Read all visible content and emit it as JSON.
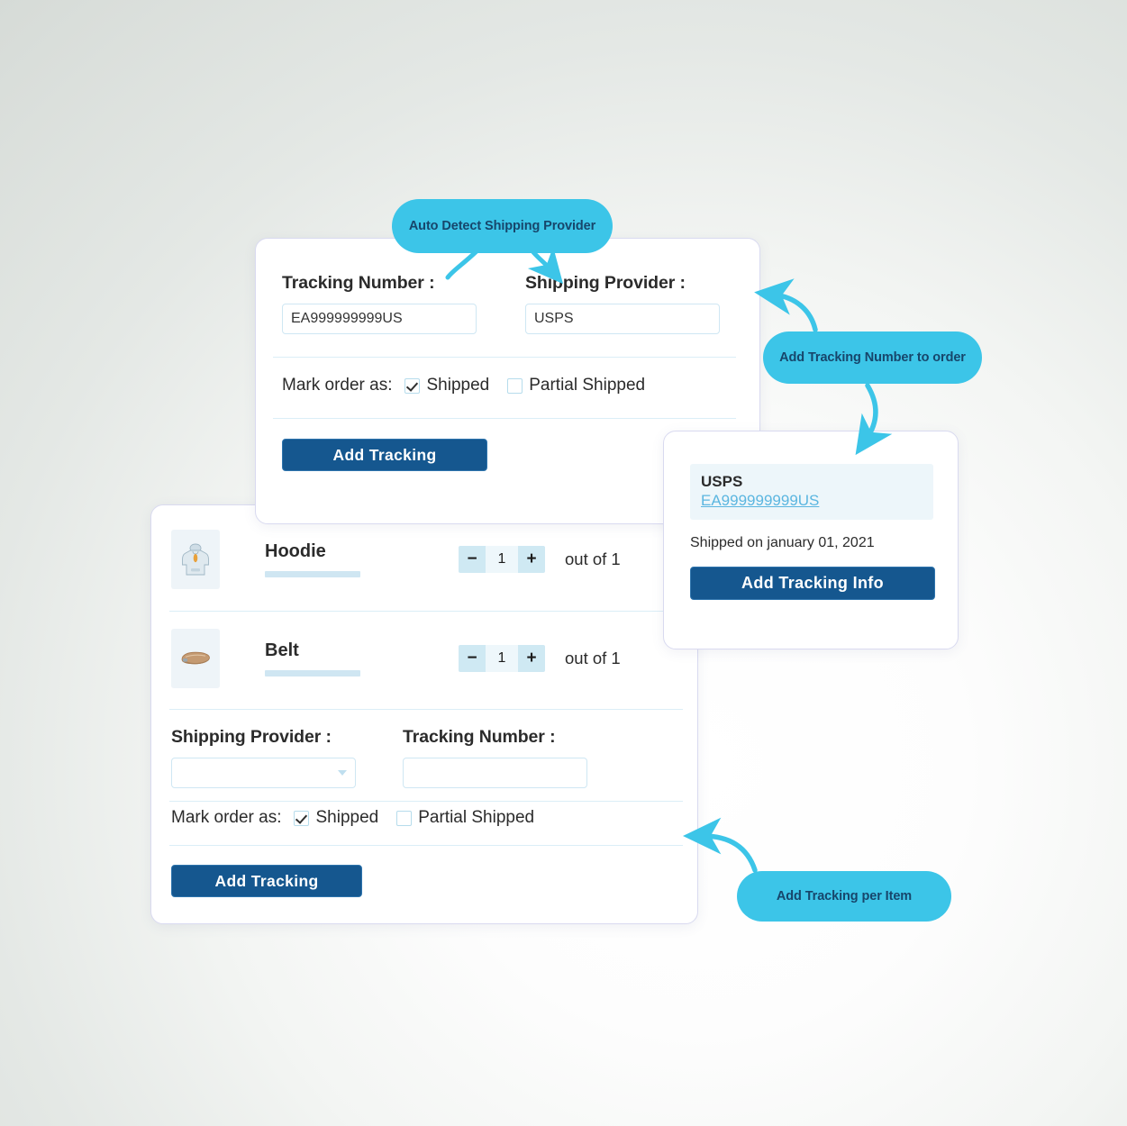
{
  "theme": {
    "bubble_fill": "#3cc5e8",
    "bubble_text": "#17466b",
    "button_fill": "#15578f",
    "button_text": "#ffffff",
    "input_border": "#cfe7f3",
    "divider": "#dbeef7",
    "link": "#5bb6e0",
    "card_border": "#d9daf0",
    "thumb_bg": "#eef4f8",
    "stepper_btn": "#cfe9f3",
    "stepper_value_bg": "#eef7fb",
    "background_start": "#d6dbd7",
    "background_end": "#ffffff"
  },
  "callouts": [
    {
      "id": "auto-detect",
      "text": "Auto Detect Shipping Provider"
    },
    {
      "id": "order-level",
      "text": "Add Tracking Number to order"
    },
    {
      "id": "per-item",
      "text": "Add Tracking per Item"
    }
  ],
  "order_card": {
    "tracking_label": "Tracking Number :",
    "tracking_value": "EA999999999US",
    "tracking_placeholder": "",
    "provider_label": "Shipping Provider :",
    "provider_value": "USPS",
    "provider_placeholder": "",
    "mark_label": "Mark order as:",
    "shipped_label": "Shipped",
    "shipped_checked": true,
    "partial_label": "Partial Shipped",
    "partial_checked": false,
    "submit_label": "Add Tracking"
  },
  "items_card": {
    "items": [
      {
        "name": "Hoodie",
        "icon": "hoodie-icon",
        "qty": "1",
        "out_of": "out of 1",
        "minus": "−",
        "plus": "+"
      },
      {
        "name": "Belt",
        "icon": "belt-icon",
        "qty": "1",
        "out_of": "out of 1",
        "minus": "−",
        "plus": "+"
      }
    ],
    "provider_label": "Shipping Provider :",
    "provider_value": "",
    "provider_placeholder": "",
    "tracking_label": "Tracking Number :",
    "tracking_value": "",
    "tracking_placeholder": "",
    "mark_label": "Mark order as:",
    "shipped_label": "Shipped",
    "shipped_checked": true,
    "partial_label": "Partial Shipped",
    "partial_checked": false,
    "submit_label": "Add Tracking"
  },
  "info_card": {
    "carrier": "USPS",
    "tracking_number": "EA999999999US",
    "shipped_on": "Shipped on january 01, 2021",
    "submit_label": "Add Tracking Info"
  }
}
